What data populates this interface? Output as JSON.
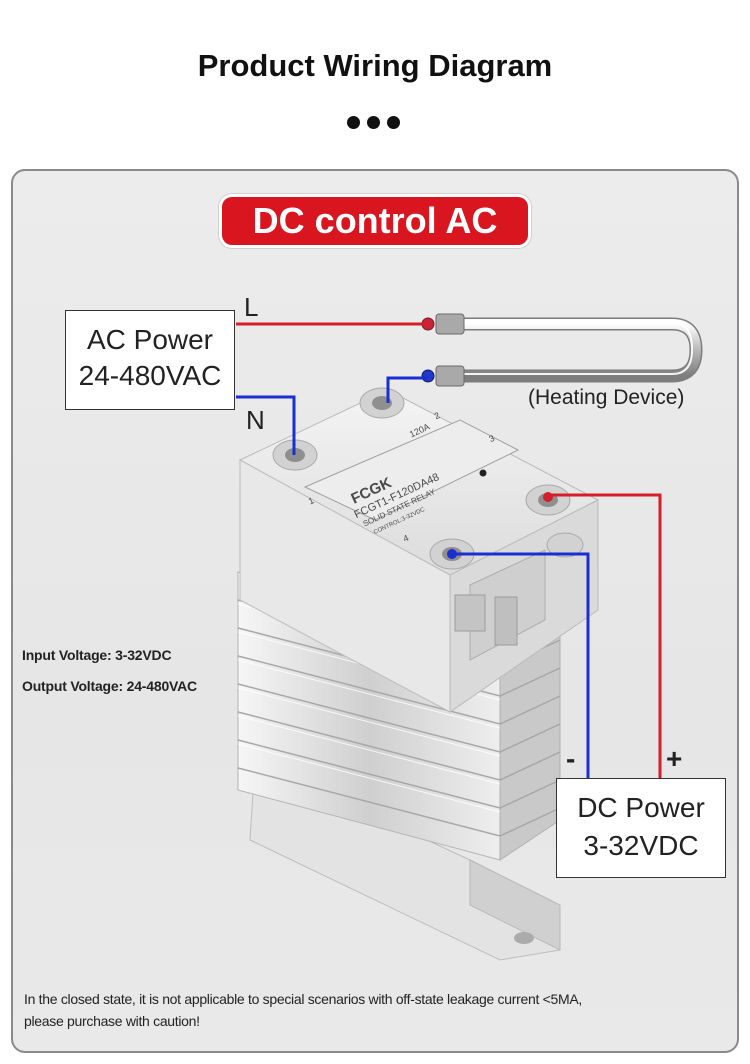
{
  "title": "Product Wiring Diagram",
  "badge": "DC control AC",
  "ac_power": {
    "line1": "AC Power",
    "line2": "24-480VAC"
  },
  "dc_power": {
    "line1": "DC Power",
    "line2": "3-32VDC"
  },
  "wire_labels": {
    "line": "L",
    "neutral": "N",
    "minus": "-",
    "plus": "+"
  },
  "load_label": "(Heating  Device)",
  "specs": {
    "input": "Input Voltage: 3-32VDC",
    "output": "Output Voltage: 24-480VAC"
  },
  "relay": {
    "brand": "FCGK",
    "model": "FCGT1-F120DA48",
    "type": "SOLID STATE RELAY",
    "control": "CONTROL:3-32VDC",
    "rating": "120A",
    "terminal_1": "1",
    "terminal_2": "2",
    "terminal_3": "3",
    "terminal_4": "4"
  },
  "colors": {
    "accent_red": "#d9161f",
    "wire_red": "#d41f2a",
    "wire_blue": "#1a2fd0"
  },
  "note": {
    "line1": "In the closed state, it is not applicable to special scenarios with off-state leakage current <5MA,",
    "line2": "please purchase with caution!"
  }
}
